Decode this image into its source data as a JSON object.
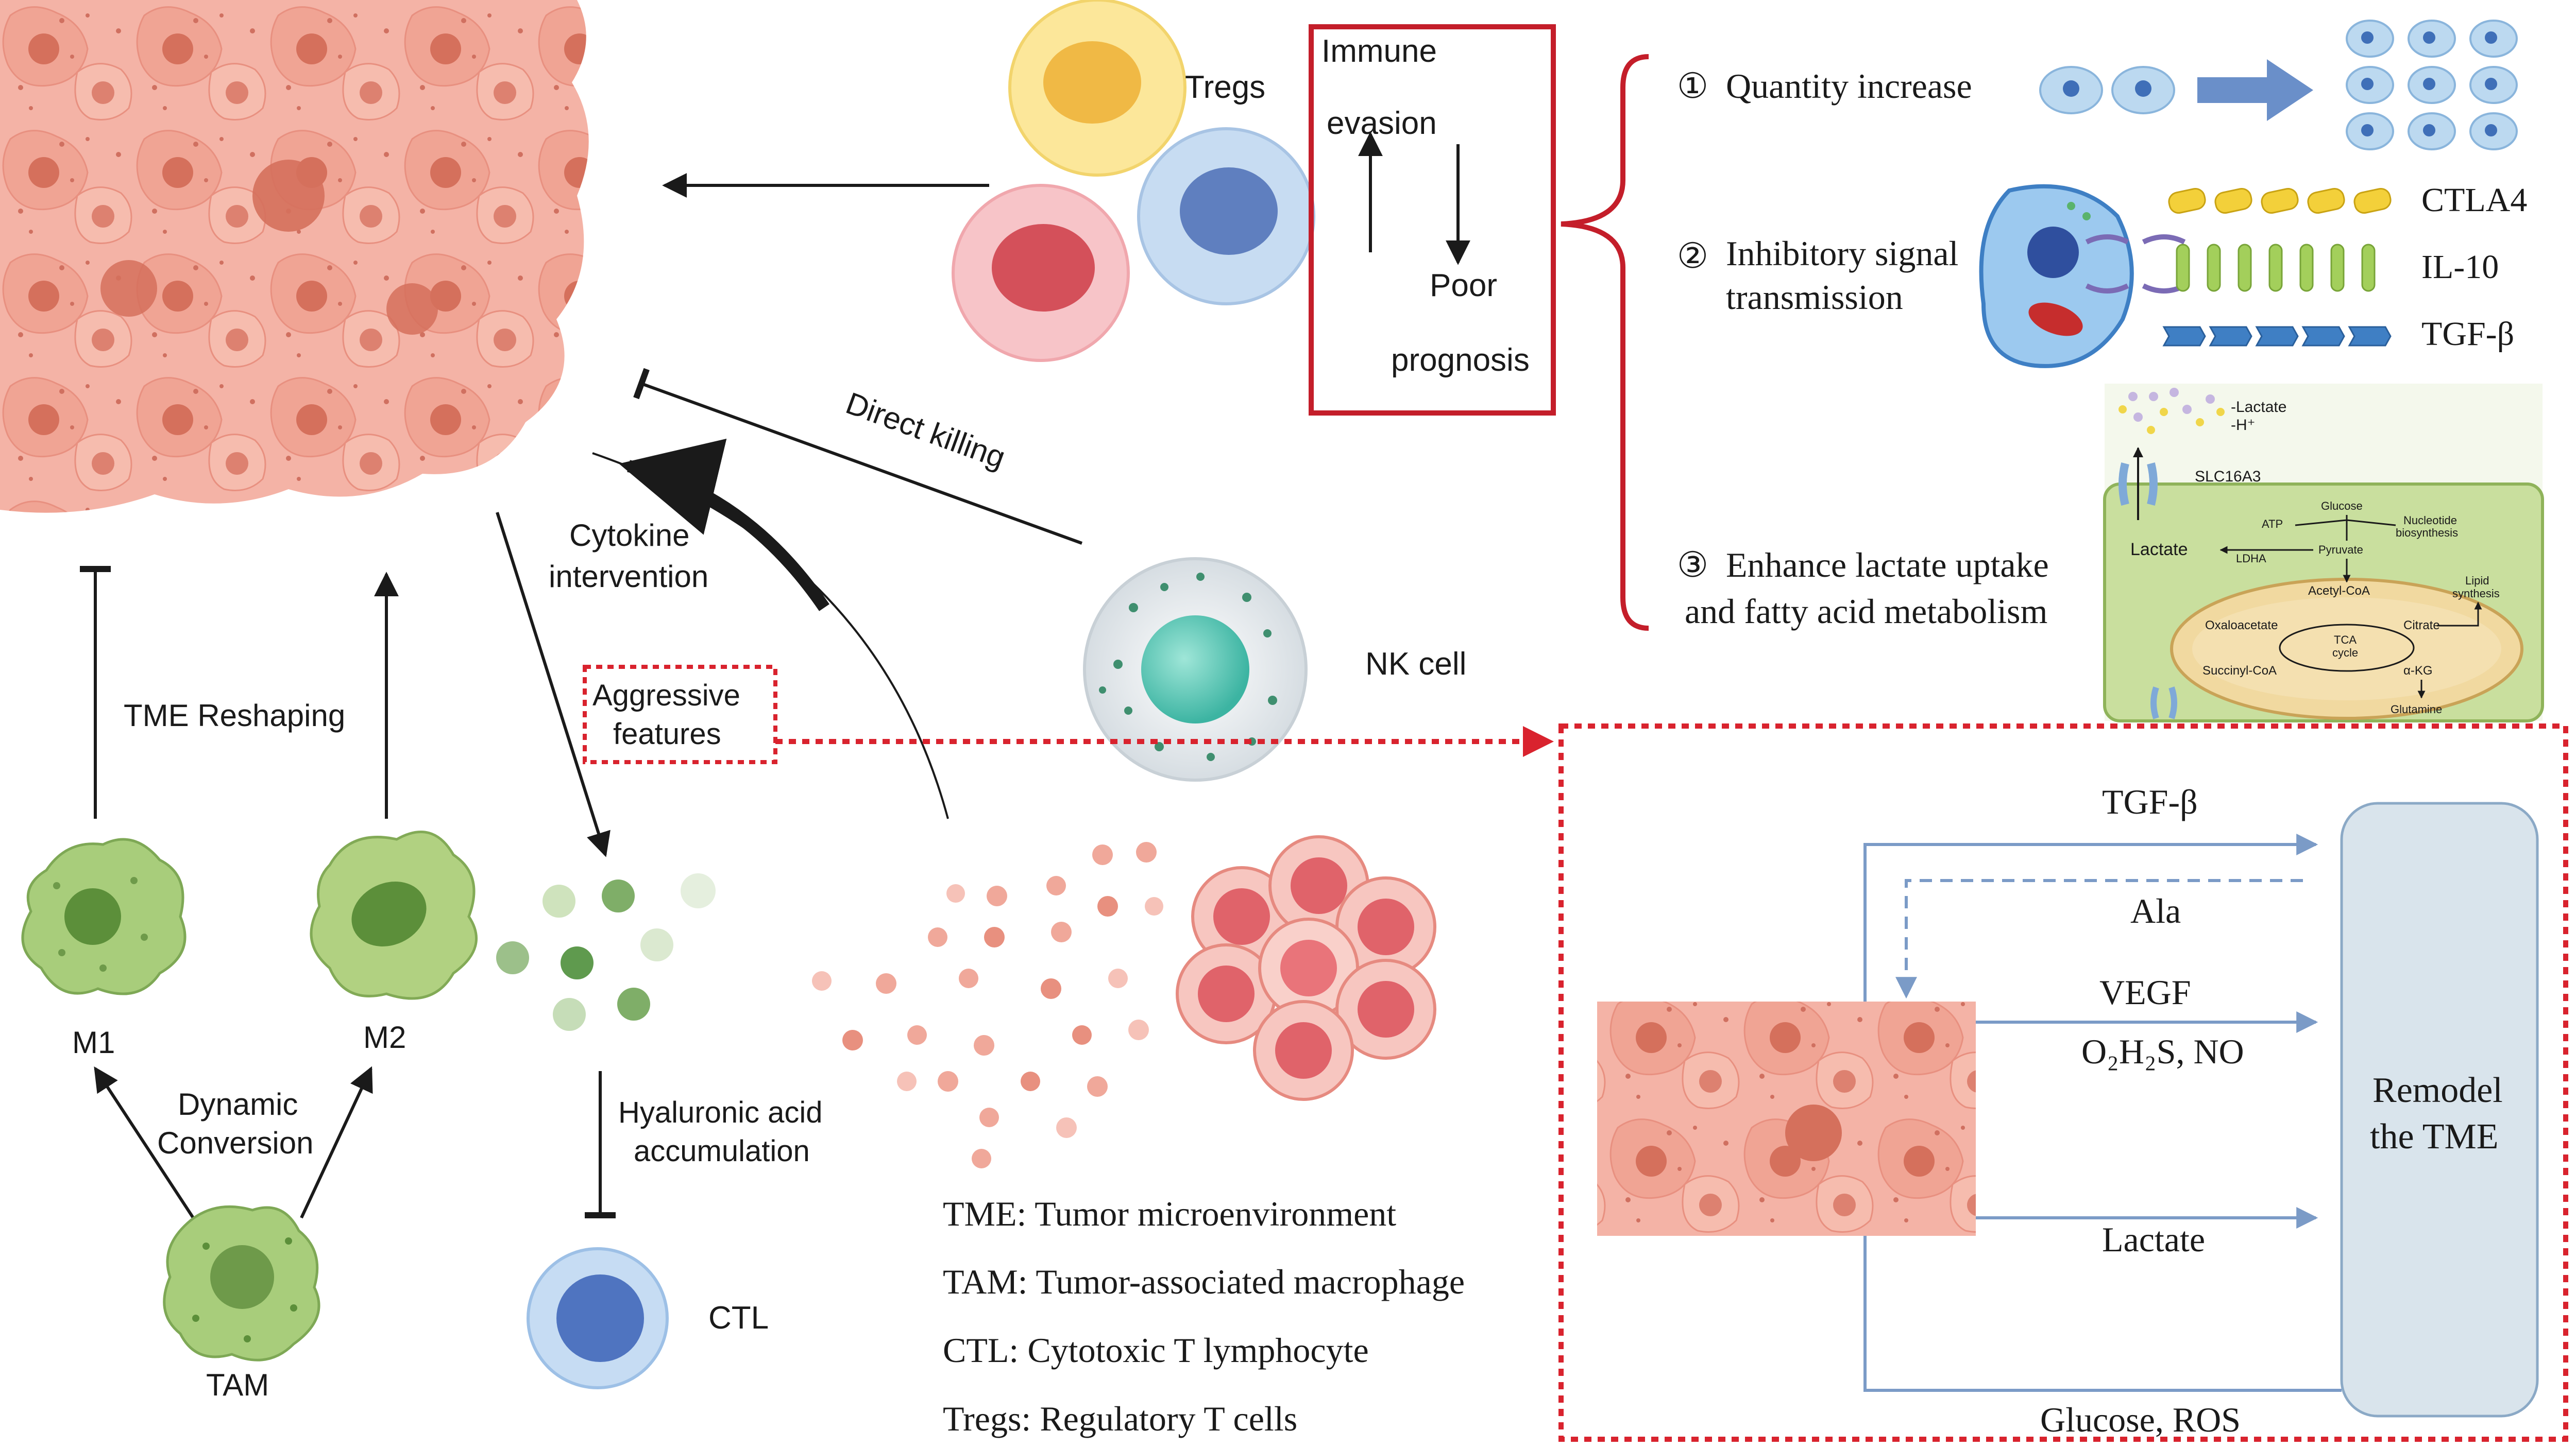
{
  "labels": {
    "tregs": "Tregs",
    "immune_box_line1": "Immune",
    "immune_box_line2": "evasion",
    "immune_box_line3": "Poor",
    "immune_box_line4": "prognosis",
    "direct_killing": "Direct killing",
    "cytokine_line1": "Cytokine",
    "cytokine_line2": "intervention",
    "nk_cell": "NK cell",
    "aggressive_line1": "Aggressive",
    "aggressive_line2": "features",
    "tme_reshaping": "TME Reshaping",
    "m1": "M1",
    "m2": "M2",
    "dynamic_line1": "Dynamic",
    "dynamic_line2": "Conversion",
    "tam": "TAM",
    "hyaluronic_line1": "Hyaluronic acid",
    "hyaluronic_line2": "accumulation",
    "ctl": "CTL"
  },
  "mechanisms": {
    "item1_num": "①",
    "item1": "Quantity increase",
    "item2_num": "②",
    "item2_line1": "Inhibitory signal",
    "item2_line2": "transmission",
    "item3_num": "③",
    "item3_line1": "Enhance lactate uptake",
    "item3_line2": "and fatty acid metabolism",
    "ctla4": "CTLA4",
    "il10": "IL-10",
    "tgfb": "TGF-β"
  },
  "metabolism": {
    "lactate_out": "-Lactate",
    "h_out": "-H⁺",
    "slc": "SLC16A3",
    "glucose": "Glucose",
    "atp": "ATP",
    "nucleotide_line1": "Nucleotide",
    "nucleotide_line2": "biosynthesis",
    "pyruvate": "Pyruvate",
    "lactate": "Lactate",
    "ldha": "LDHA",
    "acetyl": "Acetyl-CoA",
    "lipid_line1": "Lipid",
    "lipid_line2": "synthesis",
    "oxaloacetate": "Oxaloacetate",
    "citrate": "Citrate",
    "tca_line1": "TCA",
    "tca_line2": "cycle",
    "succinyl": "Succinyl-CoA",
    "akg": "α-KG",
    "glutamine": "Glutamine"
  },
  "remodel": {
    "tgfb": "TGF-β",
    "ala": "Ala",
    "vegf": "VEGF",
    "o2h2s": "O₂H₂S,  NO",
    "lactate": "Lactate",
    "glucose_ros": "Glucose, ROS",
    "box_line1": "Remodel",
    "box_line2": "the TME"
  },
  "legend": {
    "tme": "TME: Tumor microenvironment",
    "tam": "TAM: Tumor-associated macrophage",
    "ctl": "CTL: Cytotoxic T lymphocyte",
    "tregs": "Tregs: Regulatory T cells"
  },
  "colors": {
    "tumor": "#ef9d8e",
    "tumor_nucleus": "#d5705c",
    "red_accent": "#c41e2a",
    "arrow_blue": "#7b9bc7",
    "macrophage": "#9cc46b",
    "macrophage_dark": "#5c8f3a",
    "remodel_box": "#d9e4ec",
    "metabolism_bg": "#dfeec6"
  },
  "icons": [
    "tumor-mass",
    "treg-cell",
    "nk-cell",
    "macrophage",
    "ctl-cell",
    "tumor-cluster",
    "lactate-transporter",
    "mitochondrion"
  ]
}
